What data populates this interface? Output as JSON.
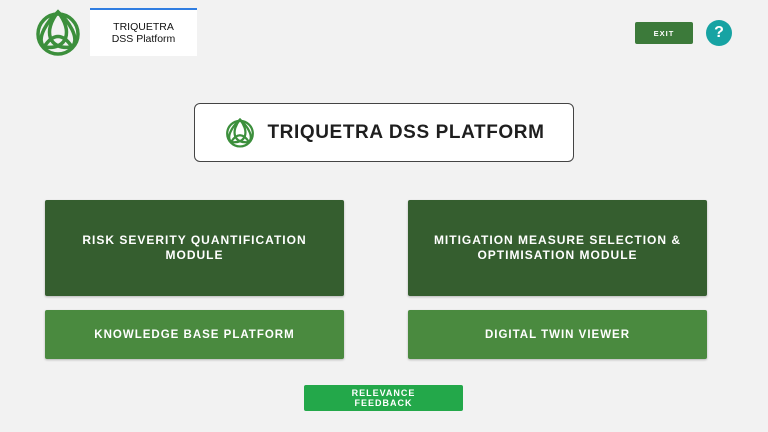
{
  "header": {
    "logo_icon": "triquetra-icon",
    "app_tab_line1": "TRIQUETRA",
    "app_tab_line2": "DSS Platform",
    "exit_label": "EXIT",
    "help_label": "?"
  },
  "main": {
    "title": "TRIQUETRA DSS PLATFORM",
    "modules": [
      {
        "label": "RISK SEVERITY QUANTIFICATION\nMODULE"
      },
      {
        "label": "MITIGATION MEASURE SELECTION &\nOPTIMISATION MODULE"
      },
      {
        "label": "KNOWLEDGE BASE PLATFORM"
      },
      {
        "label": "DIGITAL TWIN VIEWER"
      }
    ],
    "feedback_label": "RELEVANCE\nFEEDBACK"
  },
  "colors": {
    "background": "#f2f2f2",
    "dark_green": "#355e2f",
    "light_green": "#4a8a3f",
    "feedback_green": "#23a84a",
    "help_teal": "#17a3a3",
    "logo_green": "#3c8f3c"
  }
}
